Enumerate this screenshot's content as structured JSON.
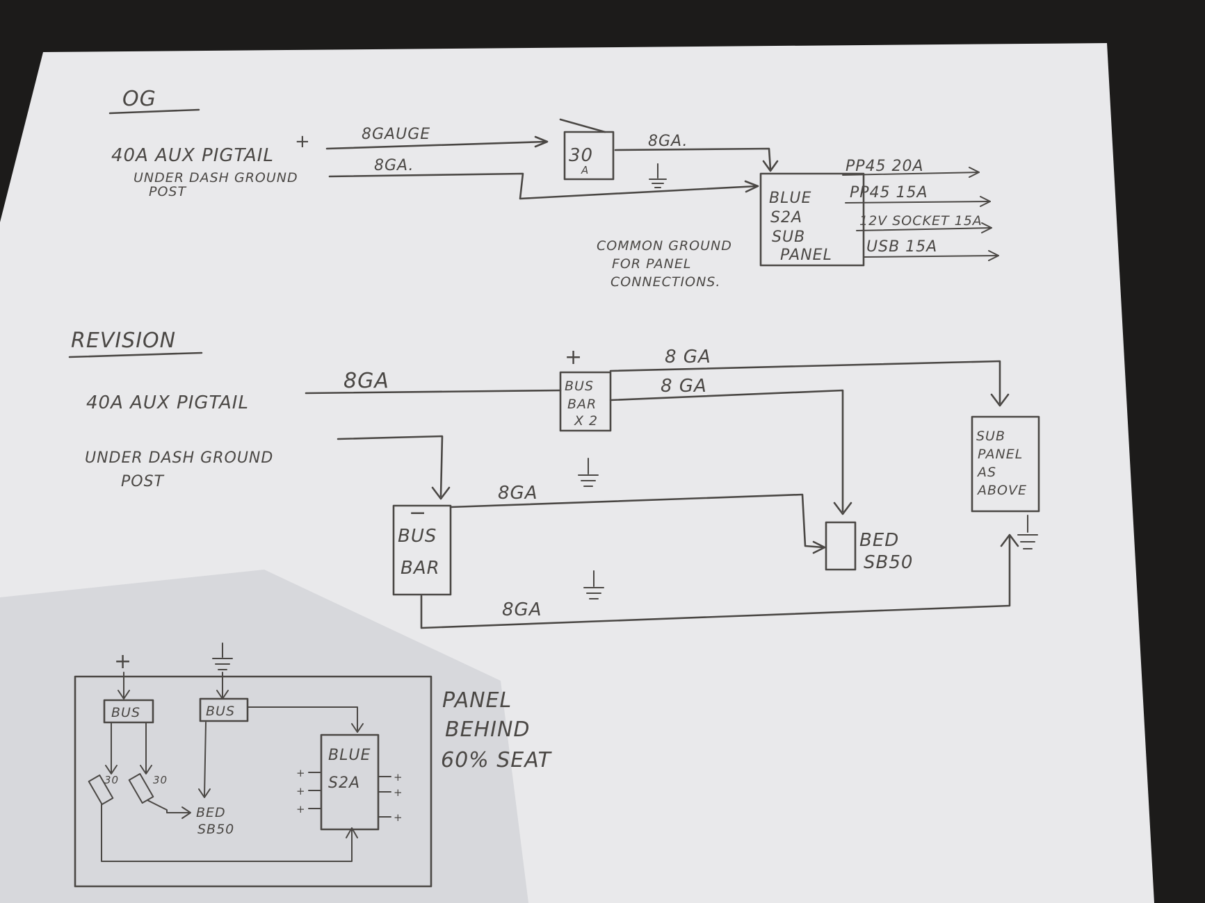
{
  "og": {
    "heading": "OG",
    "source_label": "40A AUX PIGTAIL",
    "source_plus": "+",
    "ground_label_1": "UNDER DASH GROUND",
    "ground_label_2": "POST",
    "wire_top": "8GAUGE",
    "wire_bottom": "8GA.",
    "breaker_value": "30",
    "breaker_unit": "A",
    "wire_to_panel": "8GA.",
    "panel_lines": [
      "BLUE",
      "S2A",
      "SUB",
      "PANEL"
    ],
    "common_ground": [
      "COMMON GROUND",
      "FOR PANEL",
      "CONNECTIONS."
    ],
    "outputs": [
      "PP45 20A",
      "PP45 15A",
      "12V SOCKET 15A",
      "USB 15A"
    ]
  },
  "revision": {
    "heading": "REVISION",
    "source_label": "40A AUX PIGTAIL",
    "ground_label_1": "UNDER DASH GROUND",
    "ground_label_2": "POST",
    "wire_source": "8GA",
    "pos_bus_plus": "+",
    "pos_bus_lines": [
      "BUS",
      "BAR",
      "X 2"
    ],
    "wire_pos_1": "8 GA",
    "wire_pos_2": "8 GA",
    "neg_bus_minus": "−",
    "neg_bus_lines": [
      "BUS",
      "BAR"
    ],
    "wire_neg_1": "8GA",
    "wire_neg_2": "8GA",
    "subpanel_lines": [
      "SUB",
      "PANEL",
      "AS",
      "ABOVE"
    ],
    "bed_lines": [
      "BED",
      "SB50"
    ]
  },
  "panel": {
    "title_lines": [
      "PANEL",
      "BEHIND",
      "60% SEAT"
    ],
    "plus_symbol": "+",
    "bus_left": "BUS",
    "bus_right": "BUS",
    "breaker_1": "30",
    "breaker_2": "30",
    "blue_lines": [
      "BLUE",
      "S2A"
    ],
    "bed_lines": [
      "BED",
      "SB50"
    ]
  }
}
